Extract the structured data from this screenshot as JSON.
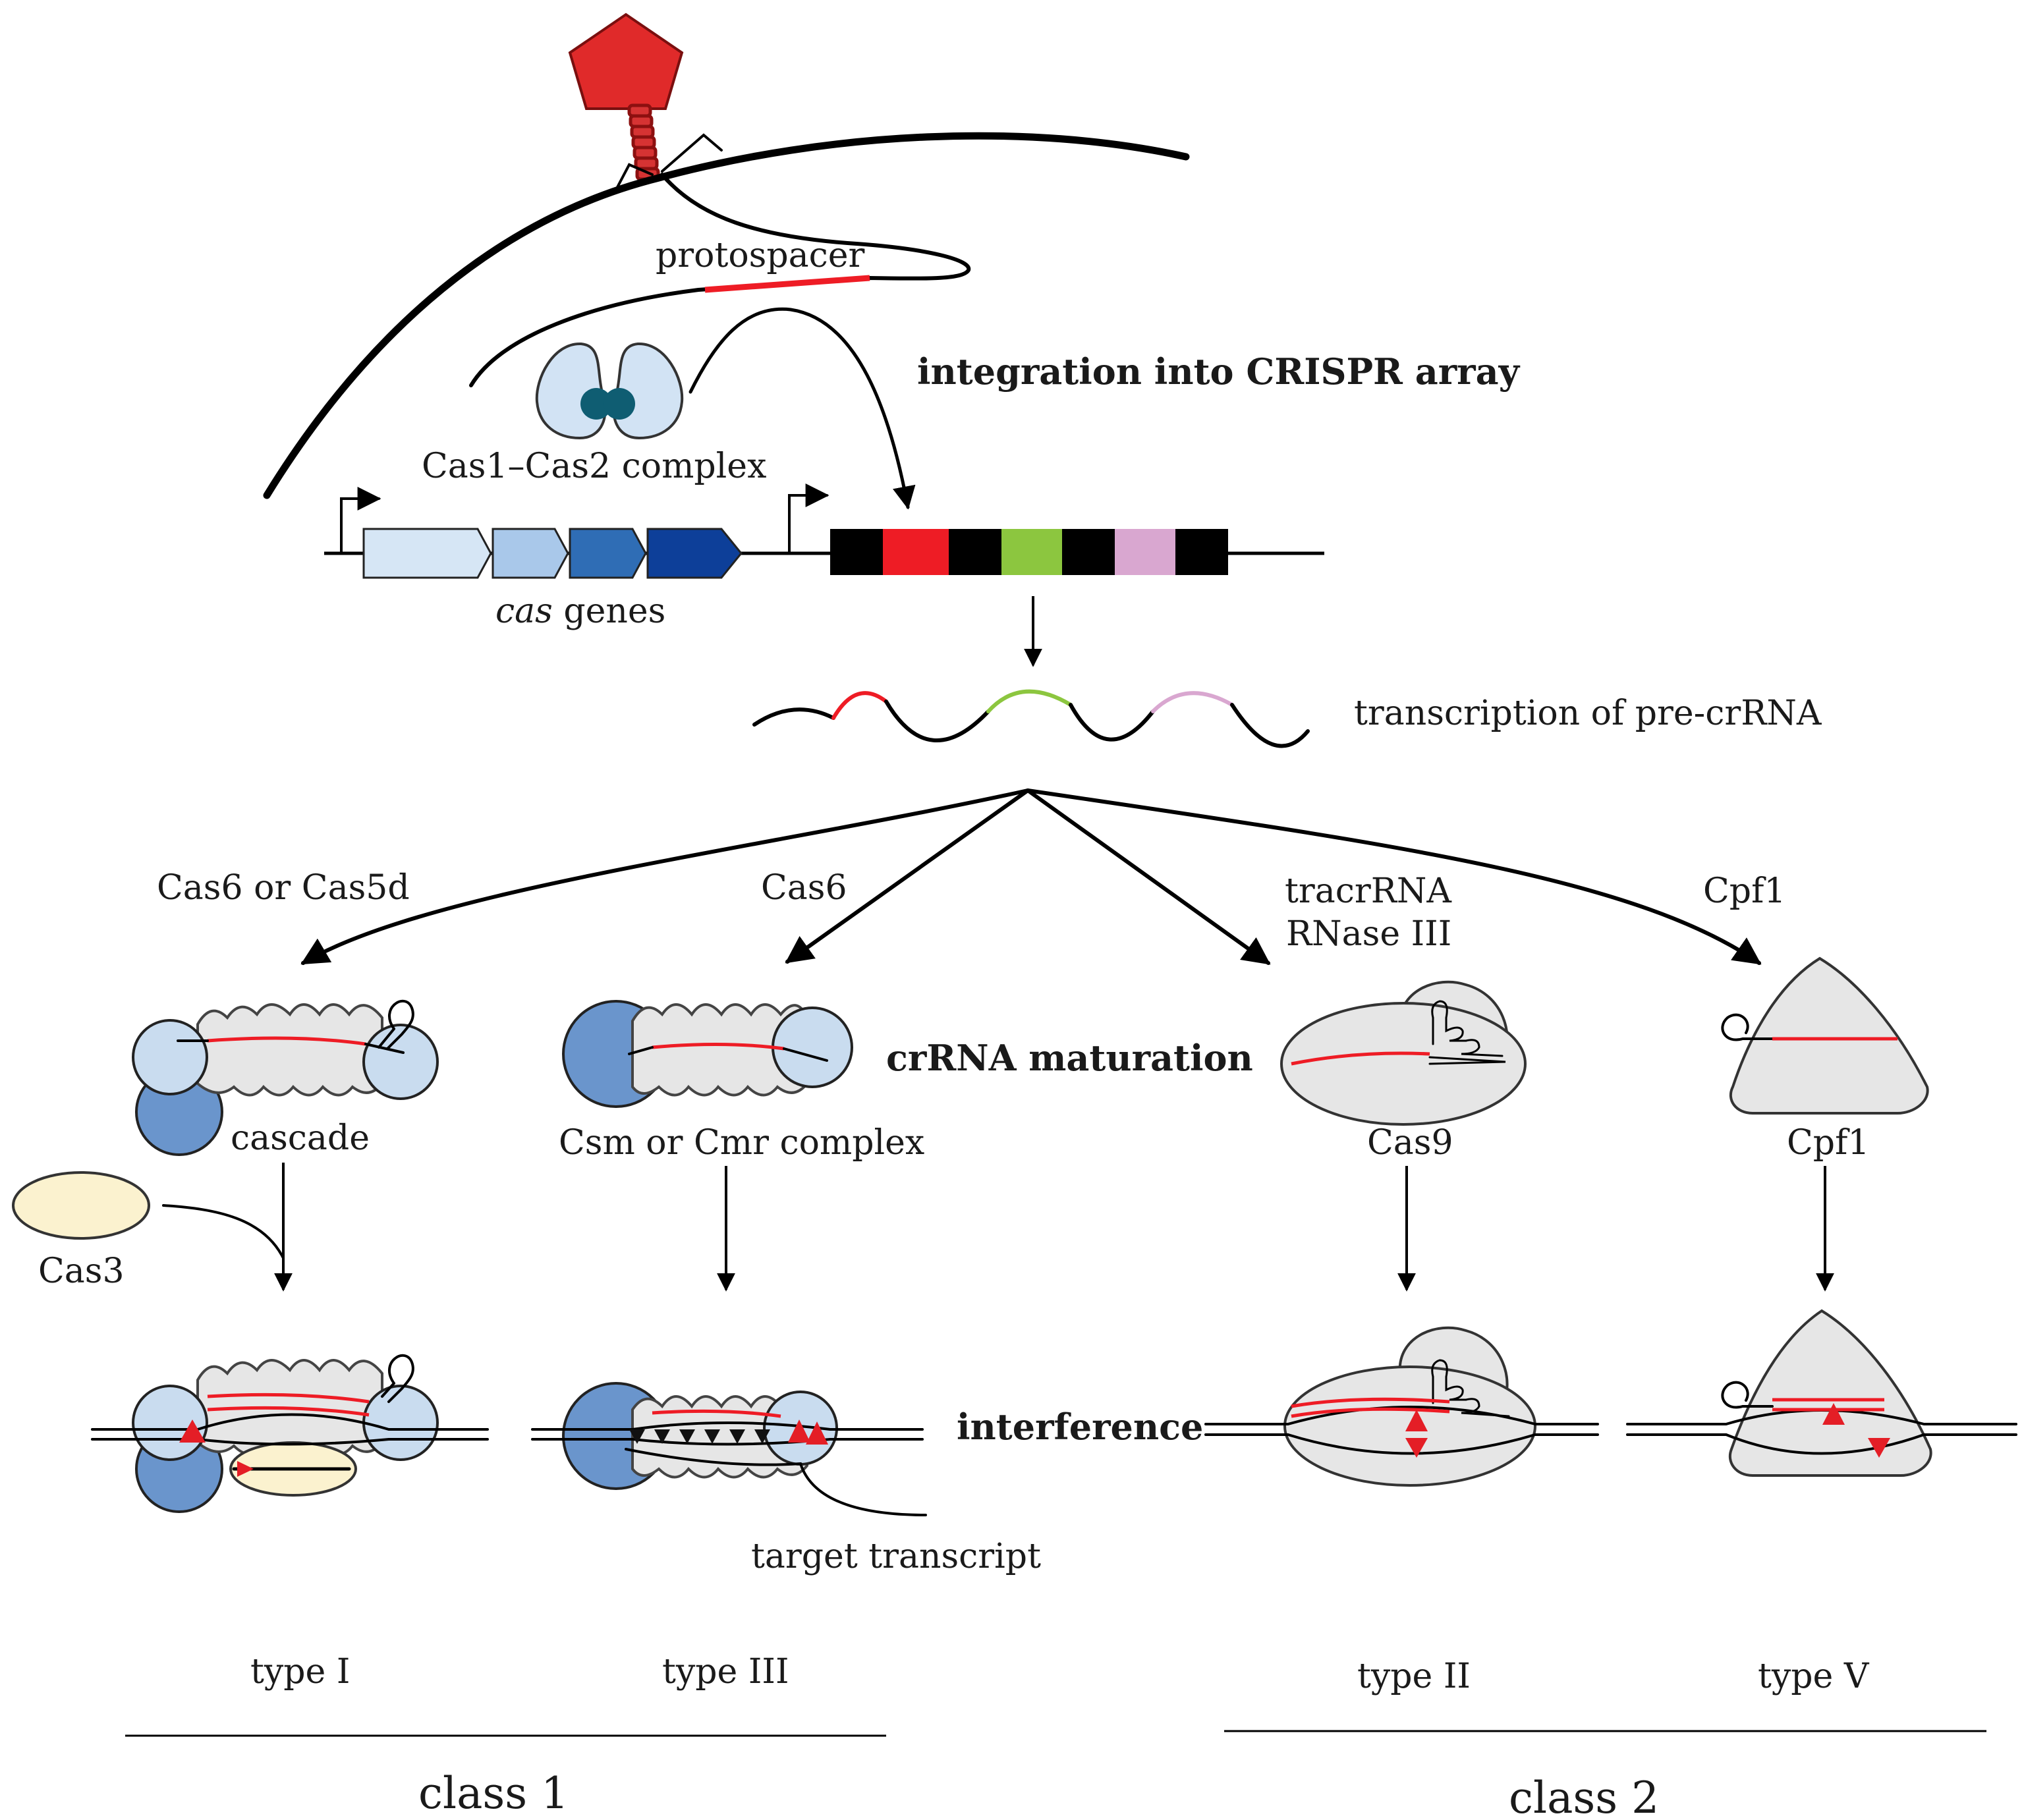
{
  "labels": {
    "protospacer": "protospacer",
    "integration": "integration into CRISPR array",
    "cas1_cas2": "Cas1–Cas2 complex",
    "cas_genes_italic": "cas",
    "cas_genes_rest": " genes",
    "transcription": "transcription of pre-crRNA",
    "crrna_maturation": "crRNA maturation",
    "interference": "interference",
    "target_transcript": "target transcript",
    "cas3": "Cas3"
  },
  "branches": [
    {
      "processing": [
        "Cas6 or Cas5d"
      ],
      "complex": "cascade",
      "type": "type I"
    },
    {
      "processing": [
        "Cas6"
      ],
      "complex": "Csm or Cmr complex",
      "type": "type III"
    },
    {
      "processing": [
        "tracrRNA",
        "RNase III"
      ],
      "complex": "Cas9",
      "type": "type II"
    },
    {
      "processing": [
        "Cpf1"
      ],
      "complex": "Cpf1",
      "type": "type V"
    }
  ],
  "classes": [
    {
      "label": "class 1"
    },
    {
      "label": "class 2"
    }
  ],
  "colors": {
    "spacer_red": "#ee1c25",
    "spacer_green": "#8cc63f",
    "spacer_pink": "#d9a7d0",
    "repeat_black": "#000000",
    "phage_head": "#e02a2a",
    "cas_gene_1": "#d6e6f5",
    "cas_gene_2": "#a9c8ea",
    "cas_gene_3": "#2f6db5",
    "cas_gene_4": "#0d3f99",
    "protein_light_blue": "#c9dcef",
    "protein_dark_blue": "#6a95cc",
    "cas1_cas2_core": "#0f5d72",
    "cas3_fill": "#fbf2cf",
    "complex_grey": "#e6e6e6",
    "cleavage_red": "#e41e26"
  }
}
